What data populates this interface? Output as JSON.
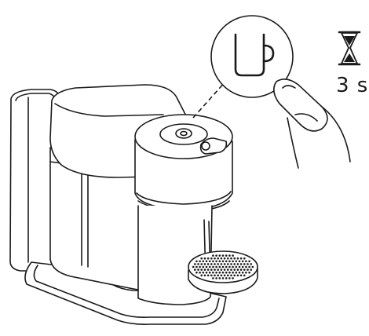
{
  "hold_duration": "3 s",
  "icons": {
    "button_symbol": "cup-icon",
    "timer_symbol": "hourglass-icon",
    "hand_symbol": "finger-press-icon",
    "appliance": "coffee-machine",
    "drip_tray": "drip-tray-grid"
  },
  "colors": {
    "line": "#1a1a1a",
    "background": "#ffffff"
  }
}
